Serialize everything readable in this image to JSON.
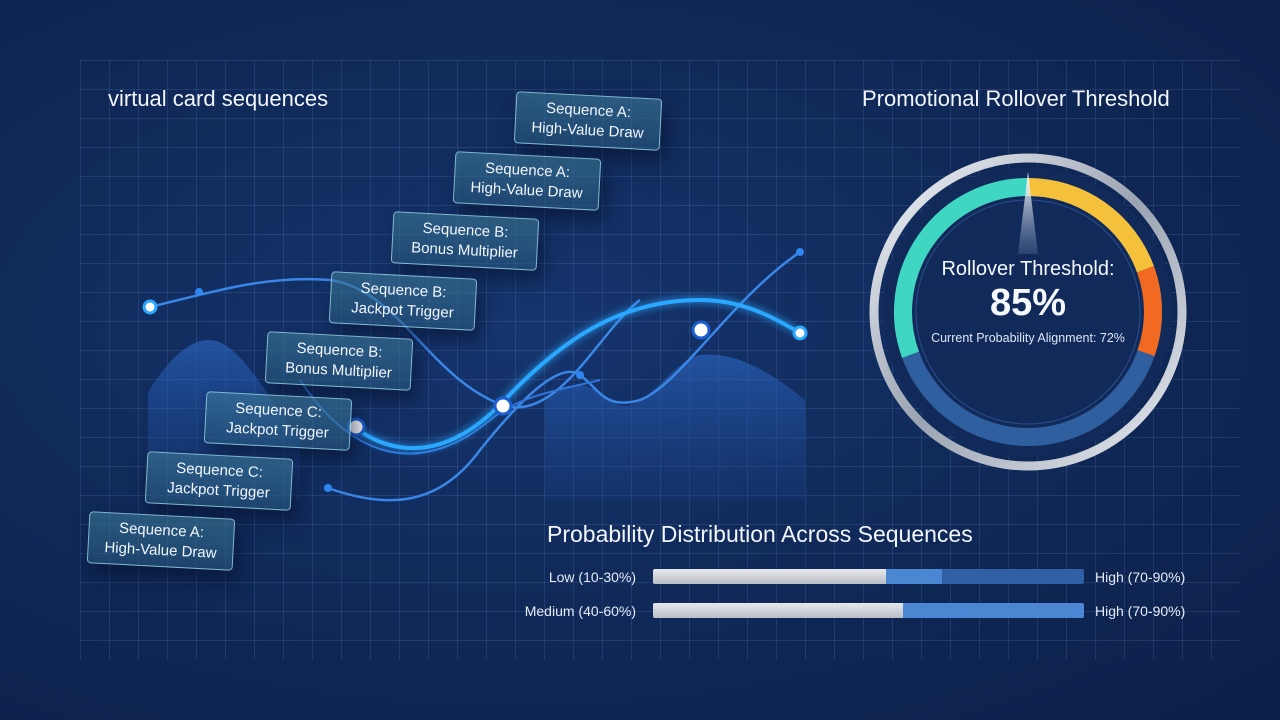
{
  "header": {
    "left_title": "virtual card sequences",
    "right_title": "Promotional Rollover Threshold"
  },
  "sequences": [
    {
      "line1": "Sequence A:",
      "line2": "High-Value Draw"
    },
    {
      "line1": "Sequence A:",
      "line2": "High-Value Draw"
    },
    {
      "line1": "Sequence B:",
      "line2": "Bonus Multiplier"
    },
    {
      "line1": "Sequence B:",
      "line2": "Jackpot Trigger"
    },
    {
      "line1": "Sequence B:",
      "line2": "Bonus Multiplier"
    },
    {
      "line1": "Sequence C:",
      "line2": "Jackpot Trigger"
    },
    {
      "line1": "Sequence C:",
      "line2": "Jackpot Trigger"
    },
    {
      "line1": "Sequence A:",
      "line2": "High-Value Draw"
    }
  ],
  "gauge": {
    "label": "Rollover Threshold:",
    "value": "85%",
    "value_fraction": 0.85,
    "subtext": "Current Probability Alignment: 72%",
    "colors": {
      "teal": "#3fd6c2",
      "yellow": "#f5c13a",
      "orange": "#f26a21",
      "track": "#2f5f9e"
    }
  },
  "distribution": {
    "title": "Probability Distribution Across Sequences",
    "rows": [
      {
        "left_label": "Low (10-30%)",
        "right_label": "High (70-90%)",
        "grey_fraction": 0.54,
        "blue_fraction": 0.67
      },
      {
        "left_label": "Medium (40-60%)",
        "right_label": "High (70-90%)",
        "grey_fraction": 0.58,
        "blue_fraction": 1.0
      }
    ]
  }
}
